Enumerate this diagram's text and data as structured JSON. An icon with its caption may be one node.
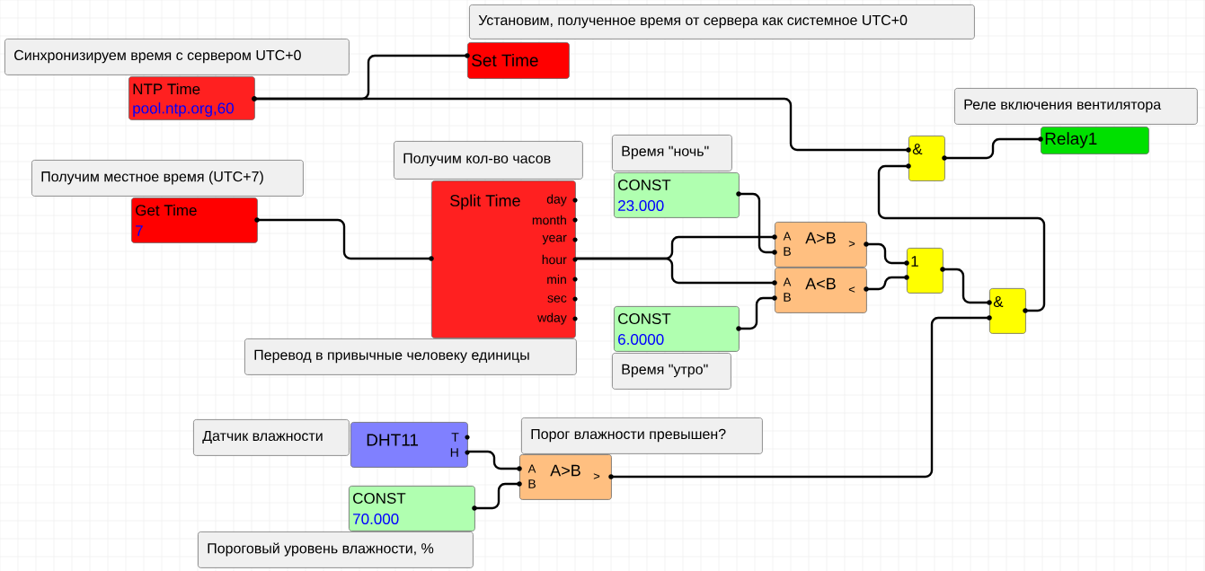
{
  "diagram": {
    "nodes": [
      {
        "text": [
          "Установим, полученное время от сервера как системное UTC+0"
        ]
      },
      {
        "text": [
          "Синхронизируем время с сервером UTC+0"
        ]
      },
      {
        "text": [
          "NTP Time",
          "pool.ntp.org,60"
        ]
      },
      {
        "text": [
          "Set Time"
        ]
      },
      {
        "text": [
          "Реле включения вентилятора"
        ]
      },
      {
        "text": [
          "&"
        ]
      },
      {
        "text": [
          "Relay1"
        ]
      },
      {
        "text": [
          "Получим местное время (UTC+7)"
        ]
      },
      {
        "text": [
          "Get Time",
          "7"
        ]
      },
      {
        "text": [
          "Получим кол-во часов"
        ]
      },
      {
        "text": [
          "Split Time",
          "day",
          "month",
          "year",
          "hour",
          "min",
          "sec",
          "wday"
        ]
      },
      {
        "text": [
          "Время \"ночь\""
        ]
      },
      {
        "text": [
          "CONST",
          "23.000"
        ]
      },
      {
        "text": [
          "A",
          "B",
          "A>B",
          ">"
        ]
      },
      {
        "text": [
          "A",
          "B",
          "A<B",
          "<"
        ]
      },
      {
        "text": [
          "1"
        ]
      },
      {
        "text": [
          "CONST",
          "6.0000"
        ]
      },
      {
        "text": [
          "Время \"утро\""
        ]
      },
      {
        "text": [
          "&"
        ]
      },
      {
        "text": [
          "Перевод в привычные человеку единицы"
        ]
      },
      {
        "text": [
          "Датчик влажности"
        ]
      },
      {
        "text": [
          "DHT11",
          "T",
          "H"
        ]
      },
      {
        "text": [
          "Порог влажности превышен?"
        ]
      },
      {
        "text": [
          "A",
          "B",
          "A>B",
          ">"
        ]
      },
      {
        "text": [
          "CONST",
          "70.000"
        ]
      },
      {
        "text": [
          "Пороговый уровень влажности, %"
        ]
      }
    ],
    "edges": [
      {
        "from": 2,
        "to": 3,
        "arrow": "none"
      },
      {
        "from": 2,
        "to": 5,
        "arrow": "none"
      },
      {
        "from": 5,
        "to": 6,
        "arrow": "none"
      },
      {
        "from": 8,
        "to": 10,
        "arrow": "none"
      },
      {
        "from": 10,
        "to": 13,
        "arrow": "none"
      },
      {
        "from": 10,
        "to": 14,
        "arrow": "none"
      },
      {
        "from": 12,
        "to": 13,
        "arrow": "none"
      },
      {
        "from": 16,
        "to": 14,
        "arrow": "none"
      },
      {
        "from": 13,
        "to": 15,
        "arrow": "none"
      },
      {
        "from": 14,
        "to": 15,
        "arrow": "none"
      },
      {
        "from": 15,
        "to": 18,
        "arrow": "none"
      },
      {
        "from": 18,
        "to": 5,
        "arrow": "none"
      },
      {
        "from": 21,
        "to": 23,
        "arrow": "none"
      },
      {
        "from": 24,
        "to": 23,
        "arrow": "none"
      },
      {
        "from": 23,
        "to": 18,
        "arrow": "none"
      }
    ]
  }
}
